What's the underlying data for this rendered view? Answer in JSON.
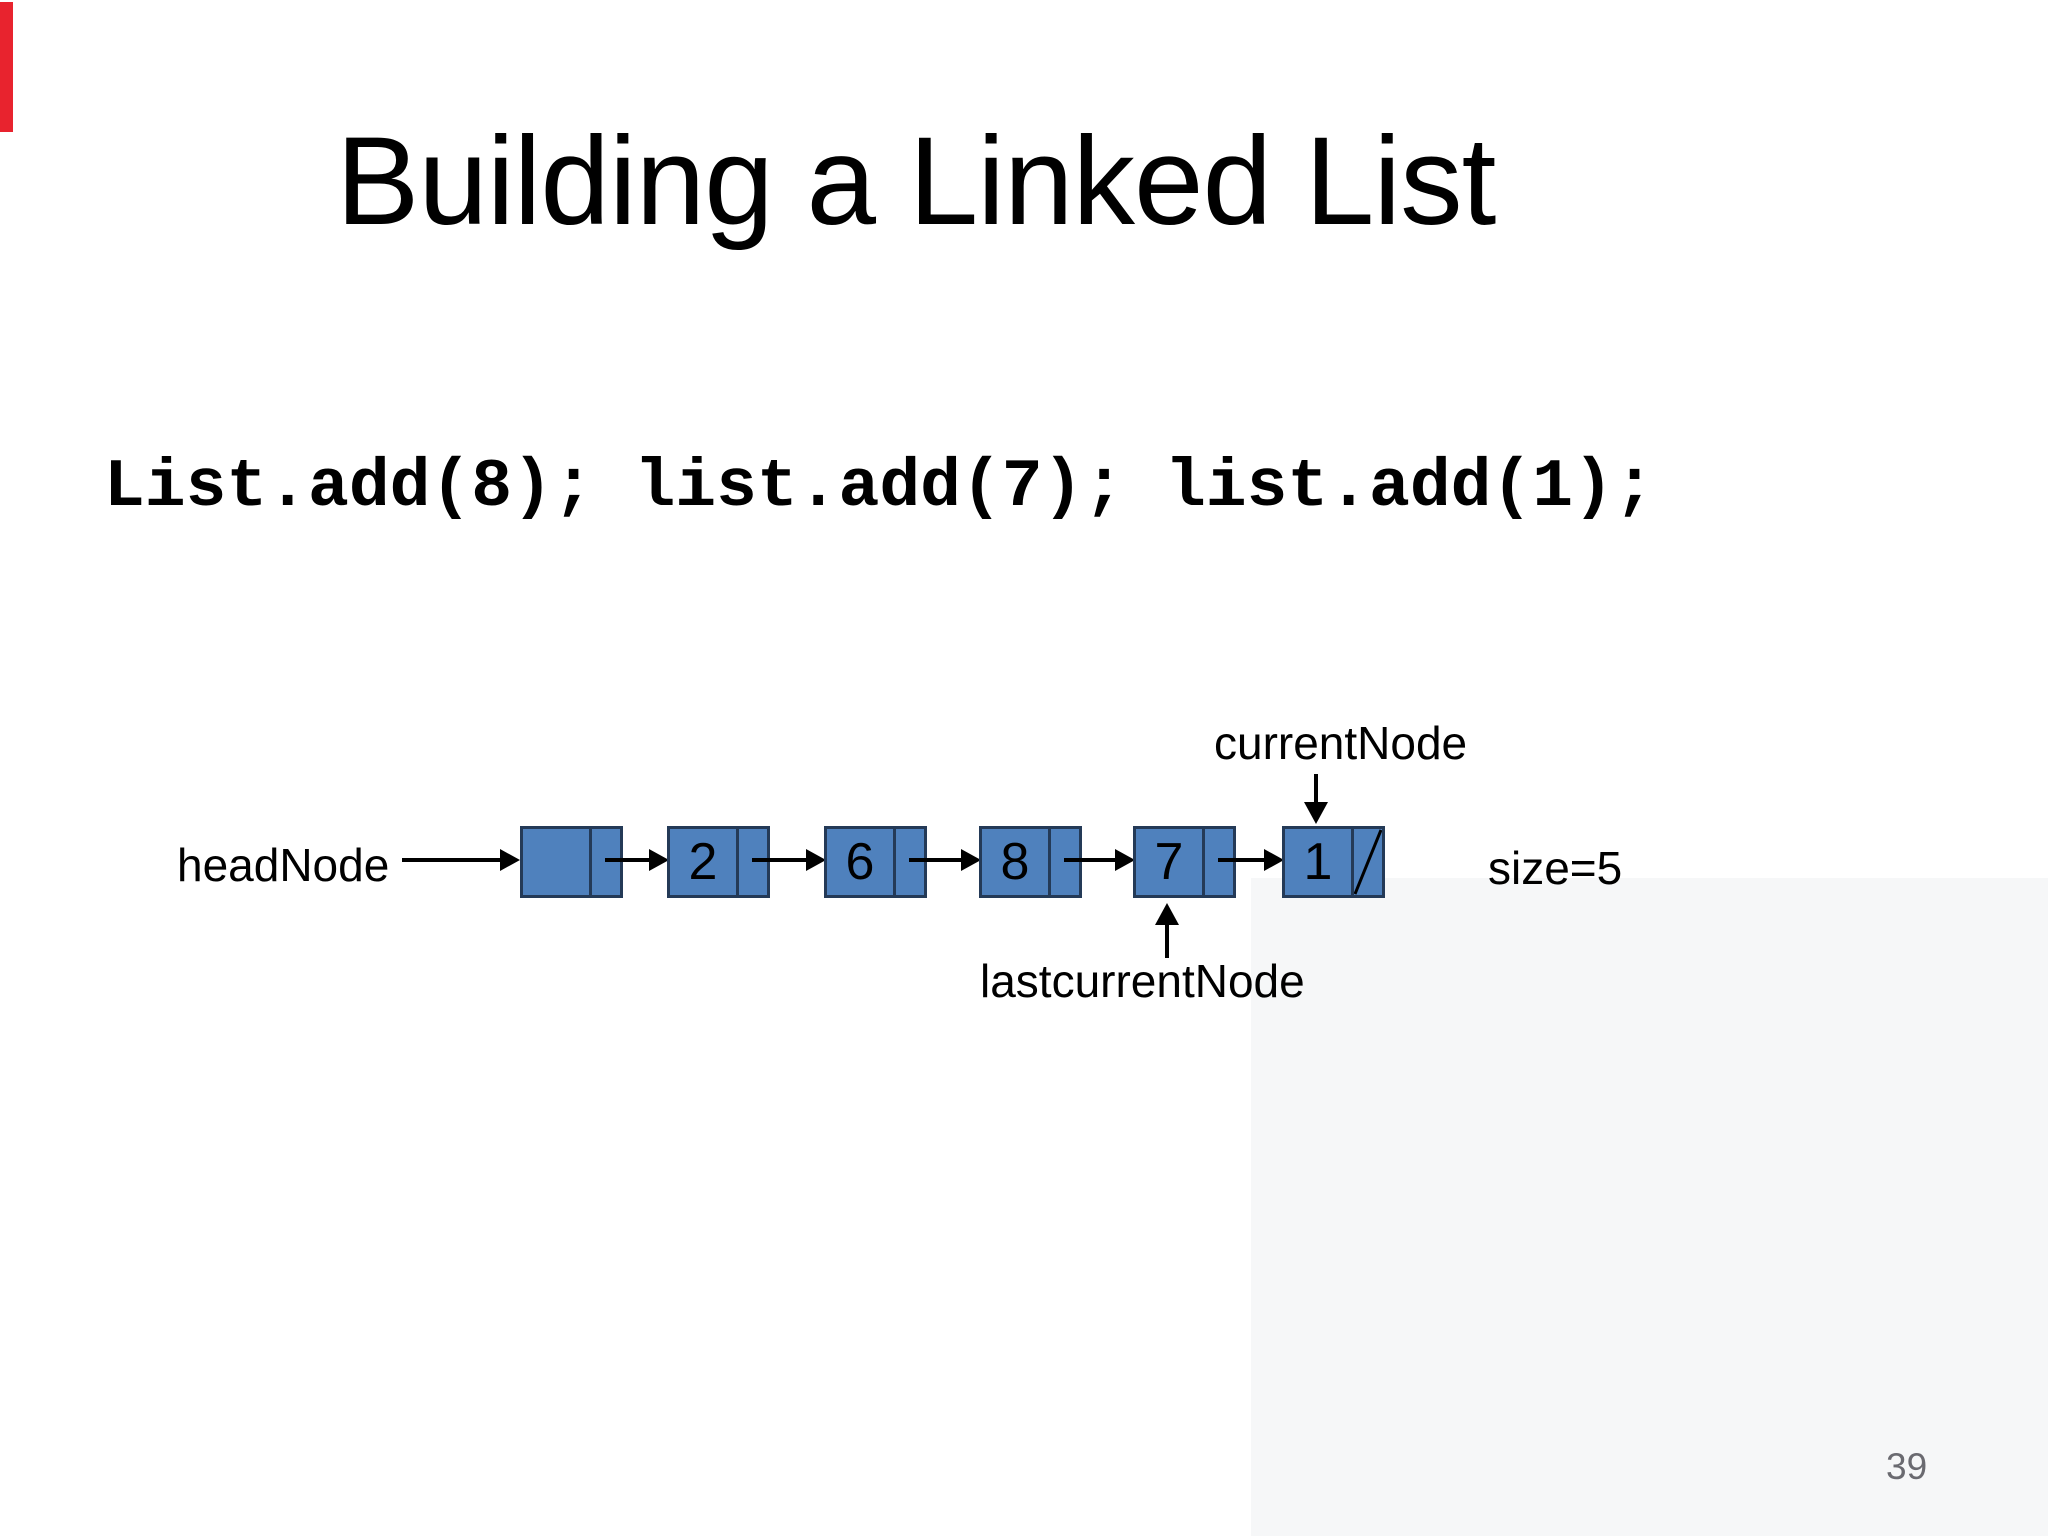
{
  "slide": {
    "title": "Building a Linked List",
    "code_line": "List.add(8); list.add(7); list.add(1);",
    "page_number": "39"
  },
  "diagram": {
    "head_label": "headNode",
    "current_label": "currentNode",
    "last_current_label": "lastcurrentNode",
    "size_label": "size=5",
    "nodes": [
      {
        "value": "",
        "null_next": false
      },
      {
        "value": "2",
        "null_next": false
      },
      {
        "value": "6",
        "null_next": false
      },
      {
        "value": "8",
        "null_next": false
      },
      {
        "value": "7",
        "null_next": false
      },
      {
        "value": "1",
        "null_next": true
      }
    ]
  },
  "colors": {
    "node_fill": "#4f81bd",
    "node_border": "#243a57",
    "arrow": "#000000",
    "red_bar": "#e8232e",
    "corner_panel": "#f6f7f8",
    "page_number": "#6a6a70"
  }
}
